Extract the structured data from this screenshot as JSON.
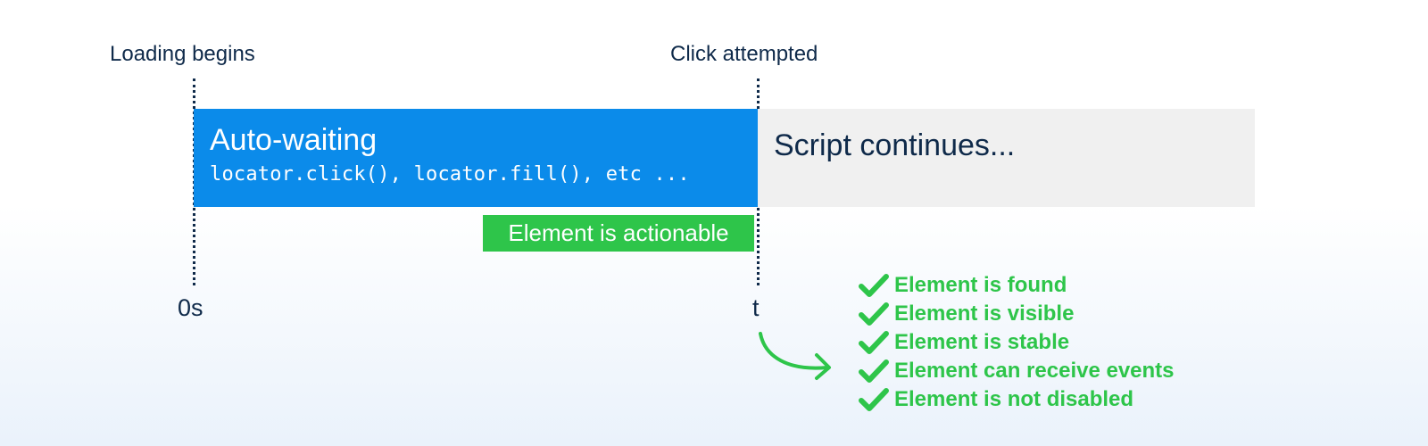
{
  "markers": {
    "start_label": "Loading begins",
    "click_label": "Click attempted"
  },
  "auto_wait": {
    "title": "Auto-waiting",
    "methods": "locator.click(), locator.fill(), etc ..."
  },
  "script_continues": "Script continues...",
  "actionable_badge": "Element is actionable",
  "axis": {
    "start": "0s",
    "end": "t"
  },
  "checks": [
    "Element is found",
    "Element is visible",
    "Element is stable",
    "Element can receive events",
    "Element is not disabled"
  ],
  "colors": {
    "auto_wait_bar": "#0b8bea",
    "continue_bar": "#f0f0f0",
    "check_green": "#2ec54a",
    "text_navy": "#0f2a4a"
  },
  "icons": {
    "check": "checkmark-icon",
    "arrow": "curved-arrow-icon"
  }
}
